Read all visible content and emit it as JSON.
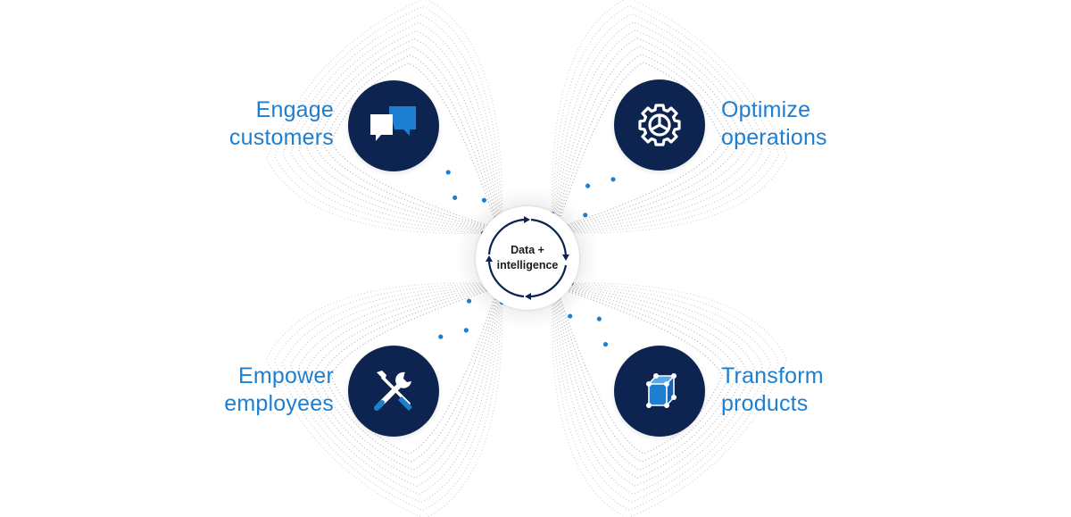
{
  "diagram": {
    "center": {
      "line1": "Data +",
      "line2": "intelligence"
    },
    "pillars": [
      {
        "id": "engage",
        "line1": "Engage",
        "line2": "customers",
        "icon": "chat-bubbles-icon"
      },
      {
        "id": "optimize",
        "line1": "Optimize",
        "line2": "operations",
        "icon": "gear-icon"
      },
      {
        "id": "empower",
        "line1": "Empower",
        "line2": "employees",
        "icon": "wrench-screwdriver-icon"
      },
      {
        "id": "transform",
        "line1": "Transform",
        "line2": "products",
        "icon": "cube-icon"
      }
    ],
    "colors": {
      "node_fill": "#0d2451",
      "label_text": "#1e7fd0",
      "accent_dot": "#1e7fd0",
      "dotted_line": "#9a9a9a"
    }
  }
}
